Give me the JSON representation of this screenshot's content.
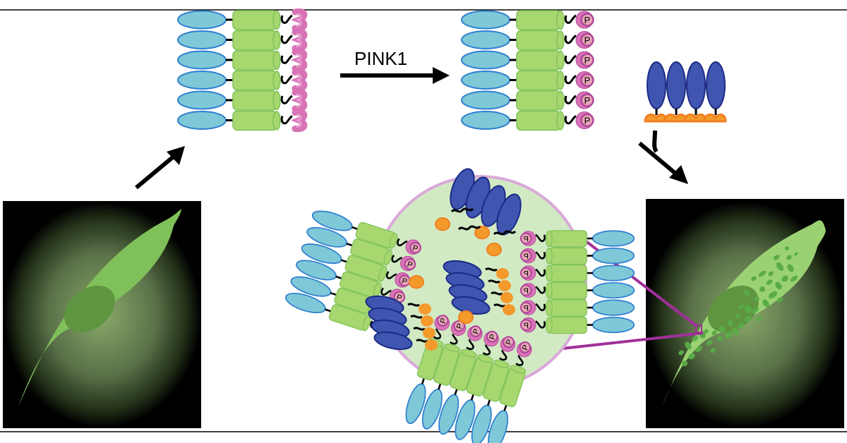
{
  "diagram": {
    "kinase_label": "PINK1",
    "phospho_label": "P",
    "colors": {
      "ubl_domain": "#7ec8d8",
      "ubl_stroke": "#2f7fd0",
      "cylinder": "#a8d66f",
      "cylinder_stroke": "#7fc45a",
      "ubiquitin": "#d873b6",
      "ubiquitin_dark": "#b0459a",
      "phospho_fill": "#e8a6b8",
      "parkin_blue": "#3f55b0",
      "parkin_stroke": "#1c2b86",
      "orange": "#f49a2c",
      "cell_green": "#80c05a",
      "nucleus": "#5f9440",
      "cell_green_light": "#9ad172",
      "mito_green": "#5aab48",
      "aggregate_bg": "#d2eac4",
      "aggregate_border": "#d9a9d9",
      "zoom_lines": "#a0309a",
      "arrow": "#000000"
    },
    "panels": [
      {
        "name": "healthy-cell",
        "description": "cell with diffuse green fluorescence"
      },
      {
        "name": "mitophagy-cell",
        "description": "cell with punctate green mitochondria clusters"
      }
    ]
  }
}
